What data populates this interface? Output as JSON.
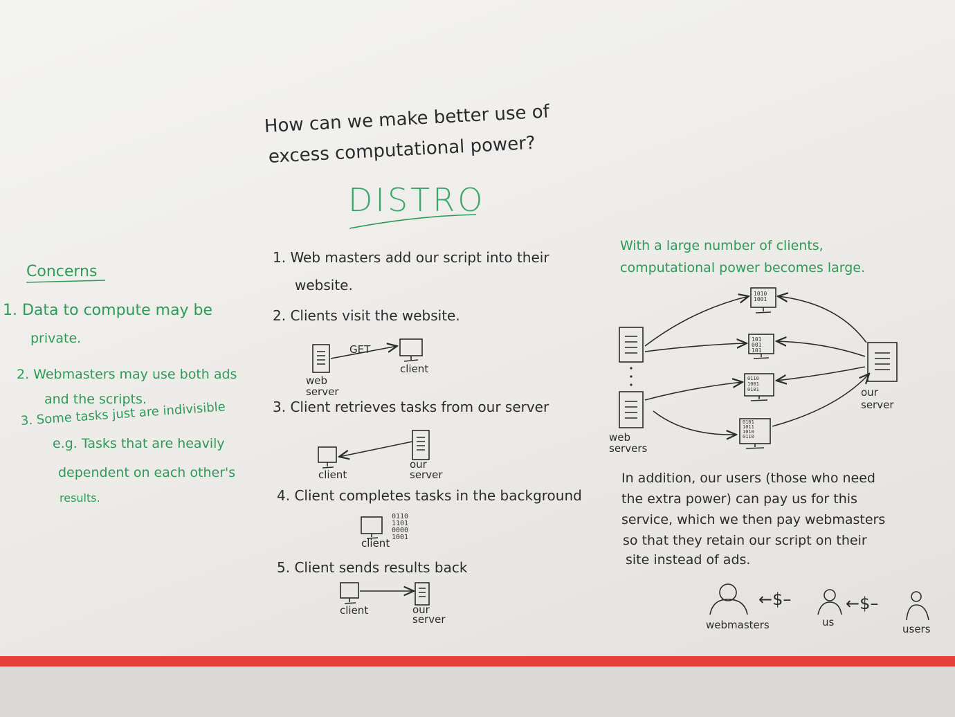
{
  "question": {
    "line1": "How can we make better use of",
    "line2": "excess computational power?"
  },
  "title": "DISTRO",
  "concerns": {
    "heading": "Concerns",
    "items": [
      {
        "line1": "1. Data to compute may be",
        "line2": "private."
      },
      {
        "line1": "2. Webmasters may use both ads",
        "line2": "and the scripts."
      },
      {
        "line1": "3. Some tasks just are indivisible",
        "line2": "e.g. Tasks that are heavily",
        "line3": "dependent on each other's",
        "line4": "results."
      }
    ]
  },
  "steps": [
    {
      "line1": "1. Web masters add our script into their",
      "line2": "website."
    },
    {
      "line1": "2. Clients visit the website."
    },
    {
      "line1": "3. Client retrieves tasks from our server"
    },
    {
      "line1": "4. Client completes tasks in the background"
    },
    {
      "line1": "5. Client sends results back"
    }
  ],
  "diagram_labels": {
    "get": "GET",
    "web_server": "web\nserver",
    "client": "client",
    "our_server": "our\nserver",
    "bits": "0110\n1101\n0000\n1001"
  },
  "right": {
    "scale_line1": "With a large number of clients,",
    "scale_line2": "computational power becomes large.",
    "web_servers": "web\nservers",
    "our_server": "our\nserver",
    "monitor_bits": [
      "1010\n1001",
      "101\n001\n101",
      "0110\n1001\n0101",
      "0101\n1011\n1010\n0110"
    ],
    "paragraph": [
      "In addition, our users (those who need",
      "the extra power) can pay us for this",
      "service, which we then pay webmasters",
      "so that they retain our script on their",
      "site instead of ads."
    ],
    "flow": {
      "webmasters": "webmasters",
      "us": "us",
      "users": "users",
      "arrow1": "←$–",
      "arrow2": "←$–"
    }
  },
  "colors": {
    "ink": "#2b2b2b",
    "green_marker": "#2e9a58",
    "red_strip": "#e8403d"
  }
}
